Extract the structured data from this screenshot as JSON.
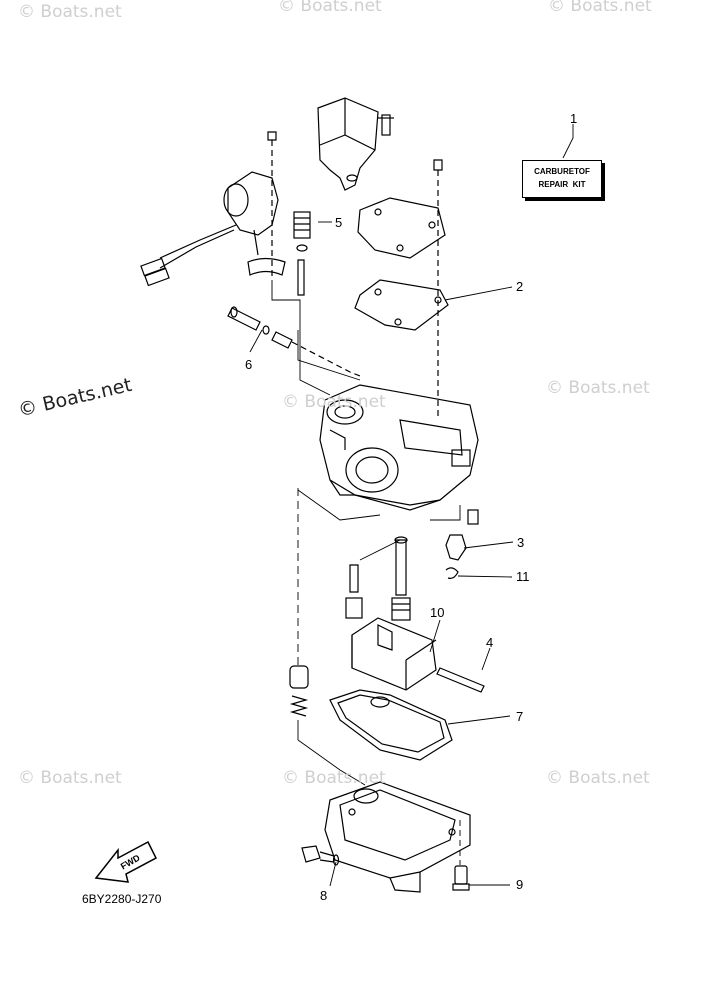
{
  "watermarks": {
    "top_left": "© Boats.net",
    "top_right": "© Boats.net",
    "mid_left": "© Boats.net",
    "mid_center": "© Boats.net",
    "mid_right": "© Boats.net",
    "low_left": "© Boats.net",
    "low_center": "© Boats.net",
    "low_right": "© Boats.net"
  },
  "kit": {
    "line1": "CARBURETOF",
    "line2": "REPAIR  KIT"
  },
  "callouts": [
    "1",
    "2",
    "3",
    "4",
    "5",
    "6",
    "7",
    "8",
    "9",
    "10",
    "11"
  ],
  "diagram_code": "6BY2280-J270",
  "fwd_label": "FWD"
}
